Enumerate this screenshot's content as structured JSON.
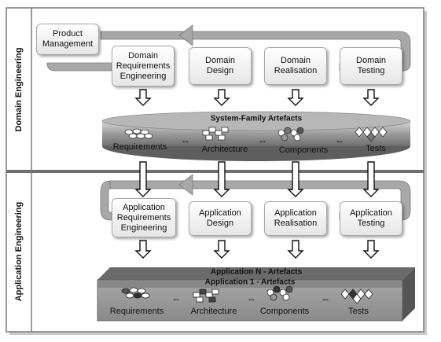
{
  "sections": {
    "domain": "Domain Engineering",
    "application": "Application Engineering"
  },
  "domain": {
    "product_management": "Product\nManagement",
    "steps": [
      "Domain\nRequirements\nEngineering",
      "Domain\nDesign",
      "Domain\nRealisation",
      "Domain\nTesting"
    ],
    "artefacts_title": "System-Family Artefacts",
    "artefacts": [
      "Requirements",
      "Architecture",
      "Components",
      "Tests"
    ]
  },
  "application": {
    "steps": [
      "Application\nRequirements\nEngineering",
      "Application\nDesign",
      "Application\nRealisation",
      "Application\nTesting"
    ],
    "artefacts_title_back": "Application N - Artefacts",
    "artefacts_title_front": "Application 1 - Artefacts",
    "artefacts": [
      "Requirements",
      "Architecture",
      "Components",
      "Tests"
    ]
  },
  "symbols": {
    "bidirectional": "⇔"
  },
  "colors": {
    "band": "#a9a9a9",
    "disc": "#9a9a9a",
    "slab": "#8c8c8c",
    "frame": "#5a5a5a"
  }
}
